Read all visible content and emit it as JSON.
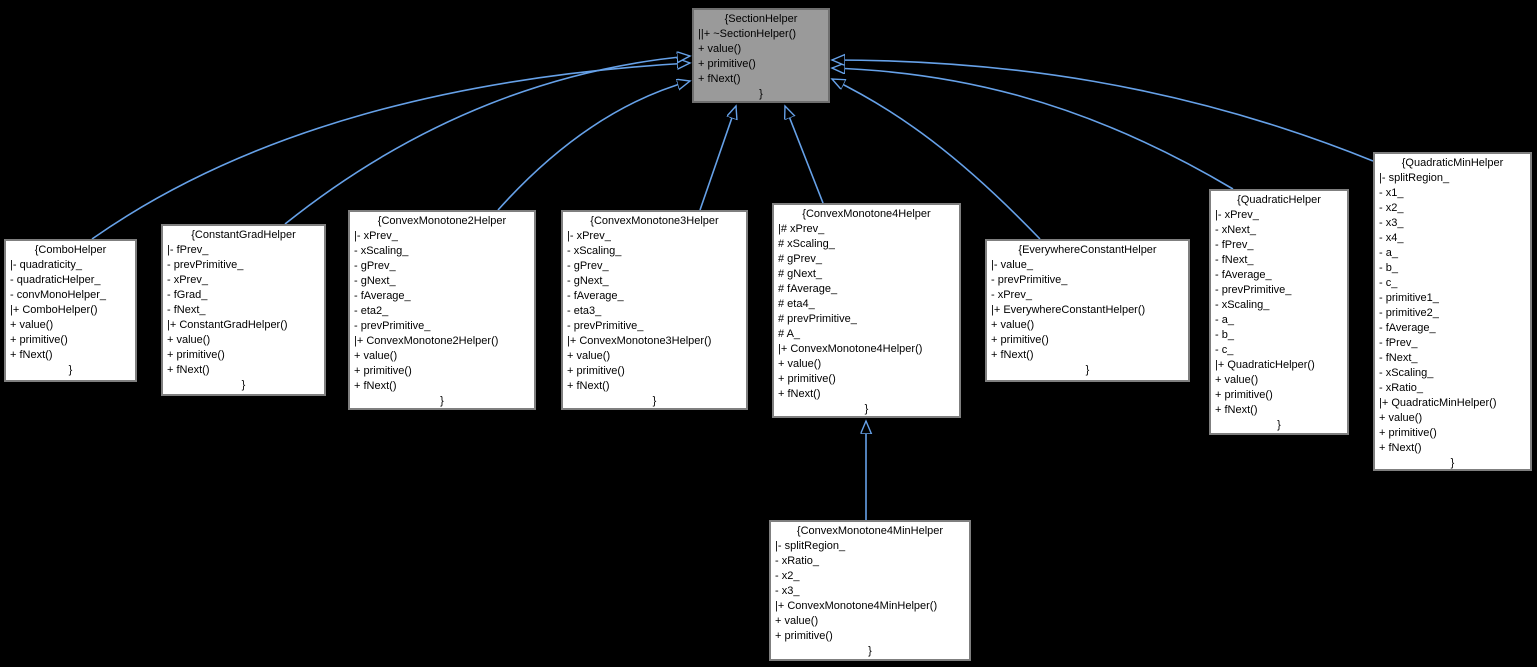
{
  "diagram": {
    "title": "SectionHelper inheritance graph",
    "colors": {
      "background": "#000000",
      "arrow": "#66a1e8",
      "base_class_fill": "#9a9a9a",
      "class_fill": "#ffffff",
      "border": "#7f7f7f",
      "text": "#000000"
    },
    "classes": [
      {
        "name": "SectionHelper",
        "lines": [
          "{SectionHelper",
          "||+ ~SectionHelper()",
          "+ value()",
          "+ primitive()",
          "+ fNext()",
          "}"
        ]
      },
      {
        "name": "ComboHelper",
        "lines": [
          "{ComboHelper",
          "|- quadraticity_",
          "- quadraticHelper_",
          "- convMonoHelper_",
          "|+ ComboHelper()",
          "+ value()",
          "+ primitive()",
          "+ fNext()",
          "}"
        ]
      },
      {
        "name": "ConstantGradHelper",
        "lines": [
          "{ConstantGradHelper",
          "|- fPrev_",
          "- prevPrimitive_",
          "- xPrev_",
          "- fGrad_",
          "- fNext_",
          "|+ ConstantGradHelper()",
          "+ value()",
          "+ primitive()",
          "+ fNext()",
          "}"
        ]
      },
      {
        "name": "ConvexMonotone2Helper",
        "lines": [
          "{ConvexMonotone2Helper",
          "|- xPrev_",
          "- xScaling_",
          "- gPrev_",
          "- gNext_",
          "- fAverage_",
          "- eta2_",
          "- prevPrimitive_",
          "|+ ConvexMonotone2Helper()",
          "+ value()",
          "+ primitive()",
          "+ fNext()",
          "}"
        ]
      },
      {
        "name": "ConvexMonotone3Helper",
        "lines": [
          "{ConvexMonotone3Helper",
          "|- xPrev_",
          "- xScaling_",
          "- gPrev_",
          "- gNext_",
          "- fAverage_",
          "- eta3_",
          "- prevPrimitive_",
          "|+ ConvexMonotone3Helper()",
          "+ value()",
          "+ primitive()",
          "+ fNext()",
          "}"
        ]
      },
      {
        "name": "ConvexMonotone4Helper",
        "lines": [
          "{ConvexMonotone4Helper",
          "|# xPrev_",
          "# xScaling_",
          "# gPrev_",
          "# gNext_",
          "# fAverage_",
          "# eta4_",
          "# prevPrimitive_",
          "# A_",
          "|+ ConvexMonotone4Helper()",
          "+ value()",
          "+ primitive()",
          "+ fNext()",
          "}"
        ]
      },
      {
        "name": "EverywhereConstantHelper",
        "lines": [
          "{EverywhereConstantHelper",
          "|- value_",
          "- prevPrimitive_",
          "- xPrev_",
          "|+ EverywhereConstantHelper()",
          "+ value()",
          "+ primitive()",
          "+ fNext()",
          "}"
        ]
      },
      {
        "name": "QuadraticHelper",
        "lines": [
          "{QuadraticHelper",
          "|- xPrev_",
          "- xNext_",
          "- fPrev_",
          "- fNext_",
          "- fAverage_",
          "- prevPrimitive_",
          "- xScaling_",
          "- a_",
          "- b_",
          "- c_",
          "|+ QuadraticHelper()",
          "+ value()",
          "+ primitive()",
          "+ fNext()",
          "}"
        ]
      },
      {
        "name": "QuadraticMinHelper",
        "lines": [
          "{QuadraticMinHelper",
          "|- splitRegion_",
          "- x1_",
          "- x2_",
          "- x3_",
          "- x4_",
          "- a_",
          "- b_",
          "- c_",
          "- primitive1_",
          "- primitive2_",
          "- fAverage_",
          "- fPrev_",
          "- fNext_",
          "- xScaling_",
          "- xRatio_",
          "|+ QuadraticMinHelper()",
          "+ value()",
          "+ primitive()",
          "+ fNext()",
          "}"
        ]
      },
      {
        "name": "ConvexMonotone4MinHelper",
        "lines": [
          "{ConvexMonotone4MinHelper",
          "|- splitRegion_",
          "- xRatio_",
          "- x2_",
          "- x3_",
          "|+ ConvexMonotone4MinHelper()",
          "+ value()",
          "+ primitive()",
          "}"
        ]
      }
    ],
    "relations": [
      {
        "from": "ComboHelper",
        "to": "SectionHelper"
      },
      {
        "from": "ConstantGradHelper",
        "to": "SectionHelper"
      },
      {
        "from": "ConvexMonotone2Helper",
        "to": "SectionHelper"
      },
      {
        "from": "ConvexMonotone3Helper",
        "to": "SectionHelper"
      },
      {
        "from": "ConvexMonotone4Helper",
        "to": "SectionHelper"
      },
      {
        "from": "EverywhereConstantHelper",
        "to": "SectionHelper"
      },
      {
        "from": "QuadraticHelper",
        "to": "SectionHelper"
      },
      {
        "from": "QuadraticMinHelper",
        "to": "SectionHelper"
      },
      {
        "from": "ConvexMonotone4MinHelper",
        "to": "ConvexMonotone4Helper"
      }
    ]
  }
}
